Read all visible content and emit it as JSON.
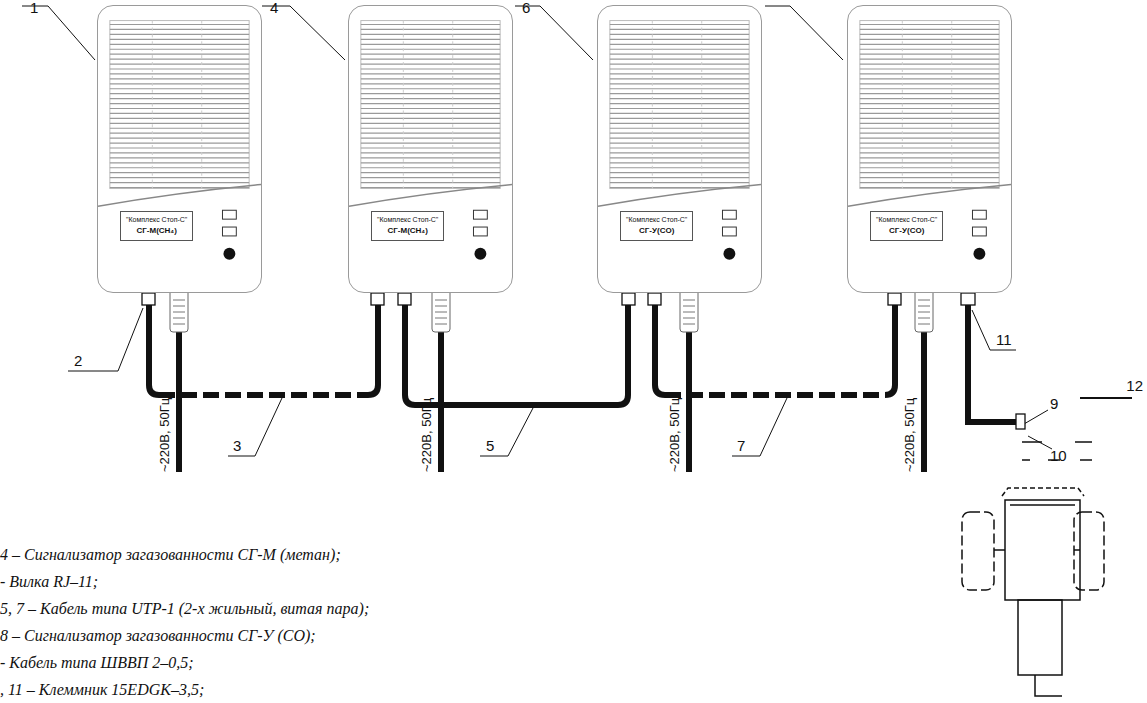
{
  "diagram": {
    "nodes": [
      {
        "text": [
          "\"Комплекс Стоп-С\"",
          "СГ-М(CH₄)"
        ]
      },
      {
        "text": [
          "\"Комплекс Стоп-С\"",
          "СГ-М(CH₄)"
        ]
      },
      {
        "text": [
          "\"Комплекс Стоп-С\"",
          "СГ-У(CO)"
        ]
      },
      {
        "text": [
          "\"Комплекс Стоп-С\"",
          "СГ-У(CO)"
        ]
      }
    ],
    "edges": [
      {
        "from": 0,
        "to": 1,
        "arrow": "none"
      },
      {
        "from": 1,
        "to": 2,
        "arrow": "none"
      },
      {
        "from": 2,
        "to": 3,
        "arrow": "none"
      }
    ],
    "labels": [
      "1",
      "4",
      "6",
      "2",
      "3",
      "5",
      "7",
      "~220В, 50Гц",
      "~220В, 50Гц",
      "~220В, 50Гц",
      "~220В, 50Гц",
      "11",
      "12",
      "9",
      "10",
      "4 – Сигнализатор загазованности СГ-М (метан);",
      "- Вилка RJ–11;",
      "5, 7 – Кабель типа UTP-1 (2-х жильный, витая пара);",
      "8 – Сигнализатор загазованности СГ-У (CO);",
      "- Кабель типа ШВВП 2–0,5;",
      ", 11 – Клеммник 15EDGK–3,5;"
    ]
  }
}
